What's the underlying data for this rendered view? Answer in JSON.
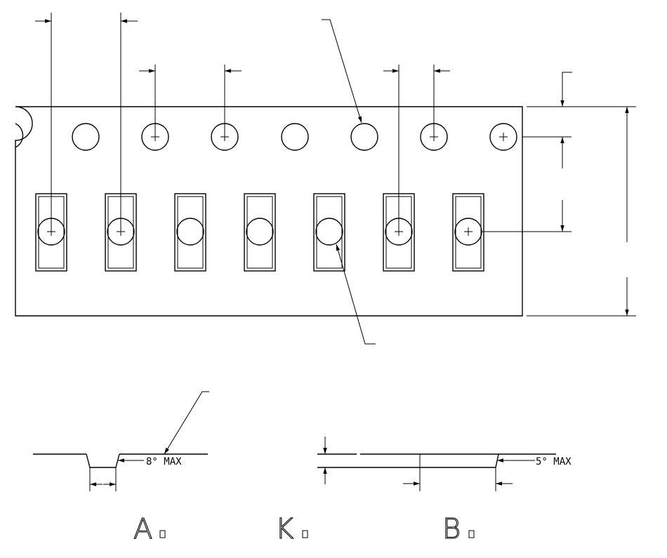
{
  "section_views": {
    "pocket_wall_angle": "8° MAX",
    "tape_wall_angle": "5° MAX"
  },
  "dimension_symbols": {
    "a0": "A",
    "k0": "K",
    "b0": "B"
  }
}
